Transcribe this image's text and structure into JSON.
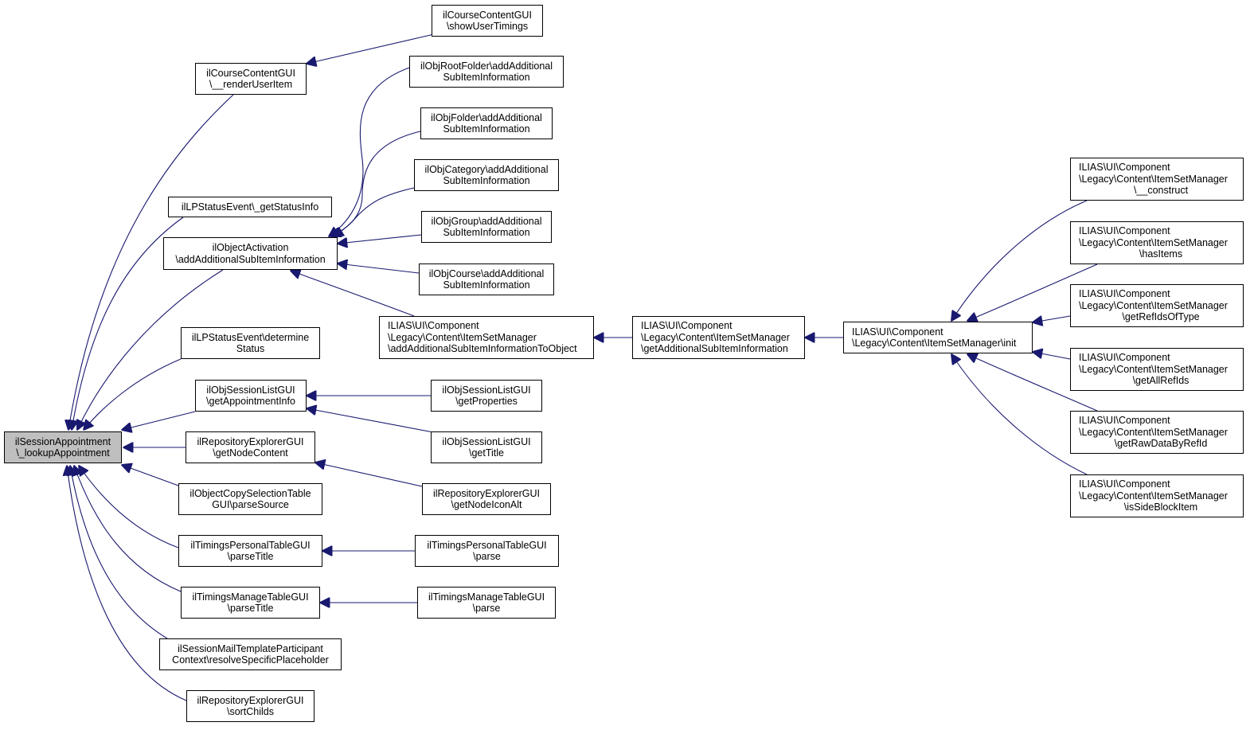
{
  "diagram": {
    "colors": {
      "edge": "#191970",
      "border": "#000000",
      "root_fill": "#bfbfbf",
      "node_fill": "#ffffff"
    },
    "nodes": [
      {
        "id": "root",
        "lines": [
          "ilSessionAppointment",
          "\\_lookupAppointment"
        ],
        "root": true
      },
      {
        "id": "ccg_render",
        "lines": [
          "ilCourseContentGUI",
          "\\__renderUserItem"
        ]
      },
      {
        "id": "ccg_timings",
        "lines": [
          "ilCourseContentGUI",
          "\\showUserTimings"
        ]
      },
      {
        "id": "lp_getstatus",
        "lines": [
          "ilLPStatusEvent\\_getStatusInfo"
        ]
      },
      {
        "id": "objact",
        "lines": [
          "ilObjectActivation",
          "\\addAdditionalSubItemInformation"
        ]
      },
      {
        "id": "rootfolder",
        "lines": [
          "ilObjRootFolder\\addAdditional",
          "SubItemInformation"
        ]
      },
      {
        "id": "folder",
        "lines": [
          "ilObjFolder\\addAdditional",
          "SubItemInformation"
        ]
      },
      {
        "id": "category",
        "lines": [
          "ilObjCategory\\addAdditional",
          "SubItemInformation"
        ]
      },
      {
        "id": "group",
        "lines": [
          "ilObjGroup\\addAdditional",
          "SubItemInformation"
        ]
      },
      {
        "id": "course",
        "lines": [
          "ilObjCourse\\addAdditional",
          "SubItemInformation"
        ]
      },
      {
        "id": "ism_addto",
        "lines": [
          "ILIAS\\UI\\Component",
          "\\Legacy\\Content\\ItemSetManager",
          "\\addAdditionalSubItemInformationToObject"
        ]
      },
      {
        "id": "ism_getadd",
        "lines": [
          "ILIAS\\UI\\Component",
          "\\Legacy\\Content\\ItemSetManager",
          "\\getAdditionalSubItemInformation"
        ]
      },
      {
        "id": "ism_init",
        "lines": [
          "ILIAS\\UI\\Component",
          "\\Legacy\\Content\\ItemSetManager\\init"
        ]
      },
      {
        "id": "ism_construct",
        "lines": [
          "ILIAS\\UI\\Component",
          "\\Legacy\\Content\\ItemSetManager",
          "\\__construct"
        ]
      },
      {
        "id": "ism_hasitems",
        "lines": [
          "ILIAS\\UI\\Component",
          "\\Legacy\\Content\\ItemSetManager",
          "\\hasItems"
        ]
      },
      {
        "id": "ism_getrefids",
        "lines": [
          "ILIAS\\UI\\Component",
          "\\Legacy\\Content\\ItemSetManager",
          "\\getRefIdsOfType"
        ]
      },
      {
        "id": "ism_getall",
        "lines": [
          "ILIAS\\UI\\Component",
          "\\Legacy\\Content\\ItemSetManager",
          "\\getAllRefIds"
        ]
      },
      {
        "id": "ism_getraw",
        "lines": [
          "ILIAS\\UI\\Component",
          "\\Legacy\\Content\\ItemSetManager",
          "\\getRawDataByRefId"
        ]
      },
      {
        "id": "ism_issideblock",
        "lines": [
          "ILIAS\\UI\\Component",
          "\\Legacy\\Content\\ItemSetManager",
          "\\isSideBlockItem"
        ]
      },
      {
        "id": "lp_determine",
        "lines": [
          "ilLPStatusEvent\\determine",
          "Status"
        ]
      },
      {
        "id": "sesslist_appt",
        "lines": [
          "ilObjSessionListGUI",
          "\\getAppointmentInfo"
        ]
      },
      {
        "id": "sesslist_props",
        "lines": [
          "ilObjSessionListGUI",
          "\\getProperties"
        ]
      },
      {
        "id": "sesslist_title",
        "lines": [
          "ilObjSessionListGUI",
          "\\getTitle"
        ]
      },
      {
        "id": "repo_nodecontent",
        "lines": [
          "ilRepositoryExplorerGUI",
          "\\getNodeContent"
        ]
      },
      {
        "id": "repo_iconalt",
        "lines": [
          "ilRepositoryExplorerGUI",
          "\\getNodeIconAlt"
        ]
      },
      {
        "id": "copysel",
        "lines": [
          "ilObjectCopySelectionTable",
          "GUI\\parseSource"
        ]
      },
      {
        "id": "tp_parsetitle",
        "lines": [
          "ilTimingsPersonalTableGUI",
          "\\parseTitle"
        ]
      },
      {
        "id": "tp_parse",
        "lines": [
          "ilTimingsPersonalTableGUI",
          "\\parse"
        ]
      },
      {
        "id": "tm_parsetitle",
        "lines": [
          "ilTimingsManageTableGUI",
          "\\parseTitle"
        ]
      },
      {
        "id": "tm_parse",
        "lines": [
          "ilTimingsManageTableGUI",
          "\\parse"
        ]
      },
      {
        "id": "mailtpl",
        "lines": [
          "ilSessionMailTemplateParticipant",
          "Context\\resolveSpecificPlaceholder"
        ]
      },
      {
        "id": "repo_sort",
        "lines": [
          "ilRepositoryExplorerGUI",
          "\\sortChilds"
        ]
      }
    ]
  }
}
